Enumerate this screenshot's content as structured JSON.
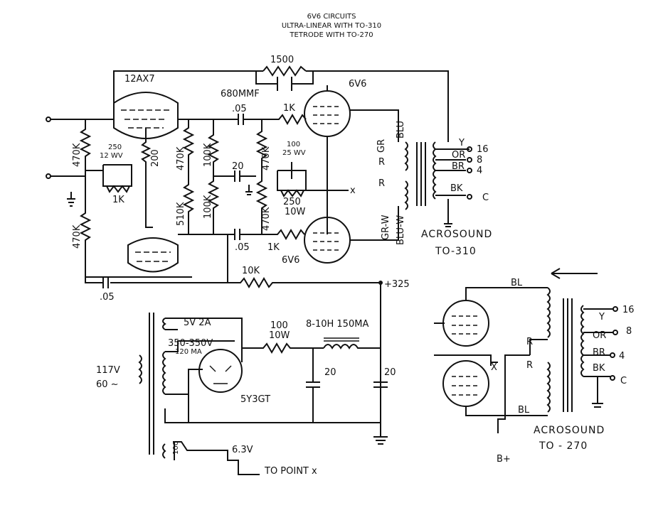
{
  "title": {
    "line1": "6V6 CIRCUITS",
    "line2": "ULTRA-LINEAR WITH TO-310",
    "line3": "TETRODE WITH TO-270"
  },
  "amp": {
    "r_feedback": "1500",
    "c_feedback": "680MMF",
    "tube_12ax7": "12AX7",
    "tube_6v6_top": "6V6",
    "tube_6v6_bottom": "6V6",
    "c_couple_top": ".05",
    "r_grid_top": "1K",
    "r_grid_bottom": "1K",
    "c_couple_bottom": ".05",
    "c_20": "20",
    "r_470k_a": "470K",
    "r_470k_b": "470K",
    "r_470k_c": "470K",
    "r_470k_d": "470K",
    "r_470k_e": "470K",
    "r_510k": "510K",
    "r_100k_a": "100K",
    "r_100k_b": "100K",
    "r_200": "200",
    "c_cath_val": "250",
    "c_cath_wv": "12 WV",
    "r_cath_1k": "1K",
    "c_out_cath_val": "100",
    "c_out_cath_wv": "25 WV",
    "r_out_cath_val": "250",
    "r_out_cath_w": "10W",
    "point_x": "x",
    "r_10k": "10K",
    "c_05_bottom": ".05",
    "b_plus": "+325"
  },
  "to310": {
    "gr": "GR",
    "blu": "BLU",
    "r_top": "R",
    "r_bottom": "R",
    "grw": "GR-W",
    "bluw": "BLU-W",
    "y": "Y",
    "or": "OR",
    "br": "BR",
    "bk": "BK",
    "tap16": "16",
    "tap8": "8",
    "tap4": "4",
    "tapc": "C",
    "name1": "ACROSOUND",
    "name2": "TO-310"
  },
  "supply": {
    "v5": "5V 2A",
    "v350": "350-350V",
    "ma120": "120 MA",
    "mains_v": "117V",
    "mains_hz": "60 ~",
    "rect": "5Y3GT",
    "r_val": "100",
    "r_w": "10W",
    "choke": "8-10H 150MA",
    "c1": "20",
    "c2": "20",
    "pot": "100",
    "fil": "6.3V",
    "to_point": "TO POINT x"
  },
  "to270": {
    "bl_top": "BL",
    "bl_bottom": "BL",
    "r1": "R",
    "r2": "R",
    "x": "X",
    "y": "Y",
    "or": "OR",
    "br": "BR",
    "bk": "BK",
    "tap16": "16",
    "tap8": "8",
    "tap4": "4",
    "tapc": "C",
    "b_plus": "B+",
    "name1": "ACROSOUND",
    "name2": "TO - 270"
  }
}
